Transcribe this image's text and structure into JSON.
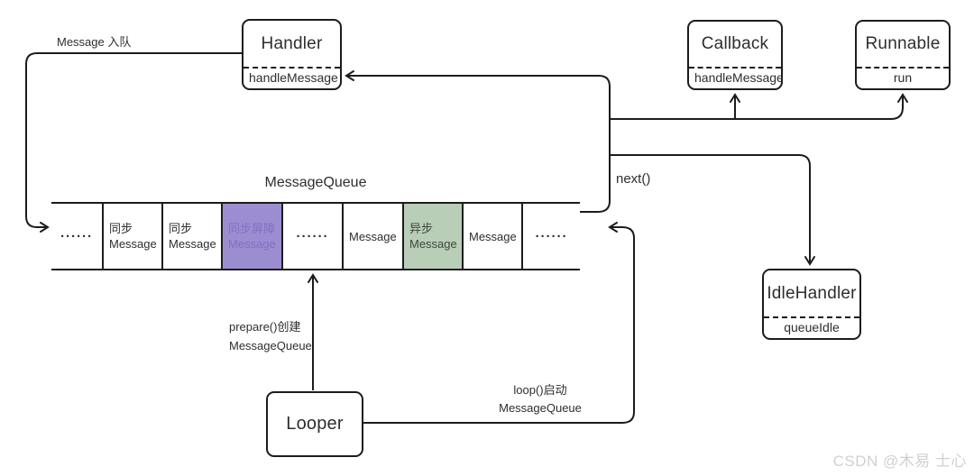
{
  "colors": {
    "line": "#1c1c1c",
    "text": "#2e2e2e",
    "sync_barrier_bg": "#9c8dd1",
    "sync_barrier_text": "#8070c2",
    "async_bg": "#b9ceb7",
    "async_text": "#3f463f",
    "watermark": "#d0d0d0"
  },
  "boxes": {
    "handler": {
      "title": "Handler",
      "method": "handleMessage"
    },
    "callback": {
      "title": "Callback",
      "method": "handleMessage"
    },
    "runnable": {
      "title": "Runnable",
      "method": "run"
    },
    "idle_handler": {
      "title": "IdleHandler",
      "method": "queueIdle"
    },
    "looper": {
      "title": "Looper"
    }
  },
  "queue": {
    "title": "MessageQueue",
    "cells": [
      {
        "text": "······"
      },
      {
        "text": "同步\nMessage"
      },
      {
        "text": "同步\nMessage"
      },
      {
        "text": "同步屏障\nMessage"
      },
      {
        "text": "······"
      },
      {
        "text": "Message"
      },
      {
        "text": "异步\nMessage"
      },
      {
        "text": "Message"
      },
      {
        "text": "······"
      }
    ]
  },
  "labels": {
    "enqueue": "Message 入队",
    "next": "next()",
    "prepare": "prepare()创建\nMessageQueue",
    "loop": "loop()启动\nMessageQueue"
  },
  "watermark": "CSDN @木易 士心"
}
